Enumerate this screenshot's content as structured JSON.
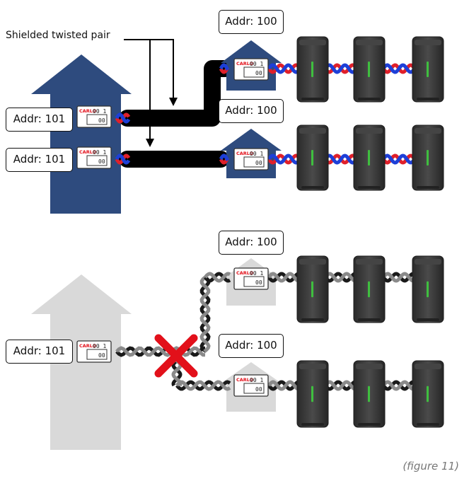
{
  "diagram": {
    "cable_label": "Shielded twisted pair",
    "caption": "(figure 11)",
    "meter_display": {
      "brand": "CARLO",
      "line1": "00 1",
      "line2": "00"
    },
    "colors": {
      "house_active": "#2e4b7e",
      "house_inactive": "#d9d9d9",
      "wire_red": "#e0202a",
      "wire_blue": "#1d3fd8",
      "wire_dark": "#1a1a1a",
      "wire_grey": "#8a8a8a",
      "cross": "#e2101a",
      "charger": "#333333",
      "charger_led": "#3fbf3f"
    },
    "top_section": {
      "state": "correct",
      "main_labels": [
        "Addr: 101",
        "Addr: 101"
      ],
      "sub_labels": [
        "Addr: 100",
        "Addr: 100"
      ]
    },
    "bottom_section": {
      "state": "incorrect",
      "main_labels": [
        "Addr: 101"
      ],
      "sub_labels": [
        "Addr: 100",
        "Addr: 100"
      ]
    }
  }
}
